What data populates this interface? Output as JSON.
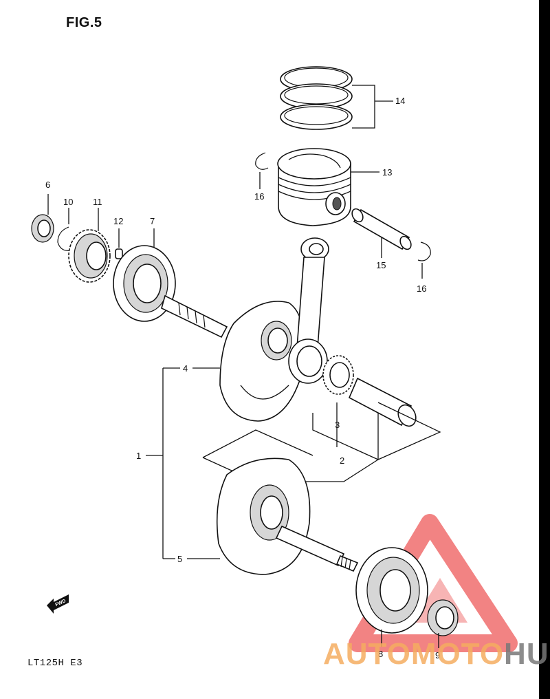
{
  "figure": {
    "title": "FIG.5",
    "model_code": "LT125H  E3"
  },
  "callouts": [
    {
      "id": "1",
      "label": "1"
    },
    {
      "id": "2",
      "label": "2"
    },
    {
      "id": "3",
      "label": "3"
    },
    {
      "id": "4",
      "label": "4"
    },
    {
      "id": "5",
      "label": "5"
    },
    {
      "id": "6",
      "label": "6"
    },
    {
      "id": "7",
      "label": "7"
    },
    {
      "id": "8",
      "label": "8"
    },
    {
      "id": "9",
      "label": "9"
    },
    {
      "id": "10",
      "label": "10"
    },
    {
      "id": "11",
      "label": "11"
    },
    {
      "id": "12",
      "label": "12"
    },
    {
      "id": "13",
      "label": "13"
    },
    {
      "id": "14",
      "label": "14"
    },
    {
      "id": "15",
      "label": "15"
    },
    {
      "id": "16a",
      "label": "16"
    },
    {
      "id": "16b",
      "label": "16"
    }
  ],
  "fwd_mark": "FWD",
  "watermark": {
    "part_a": "AUTOMOTO",
    "part_b": "HUB",
    "color_a": "#f4ad60",
    "color_b": "#7a7a7a",
    "logo_color": "#ee5a5a"
  }
}
